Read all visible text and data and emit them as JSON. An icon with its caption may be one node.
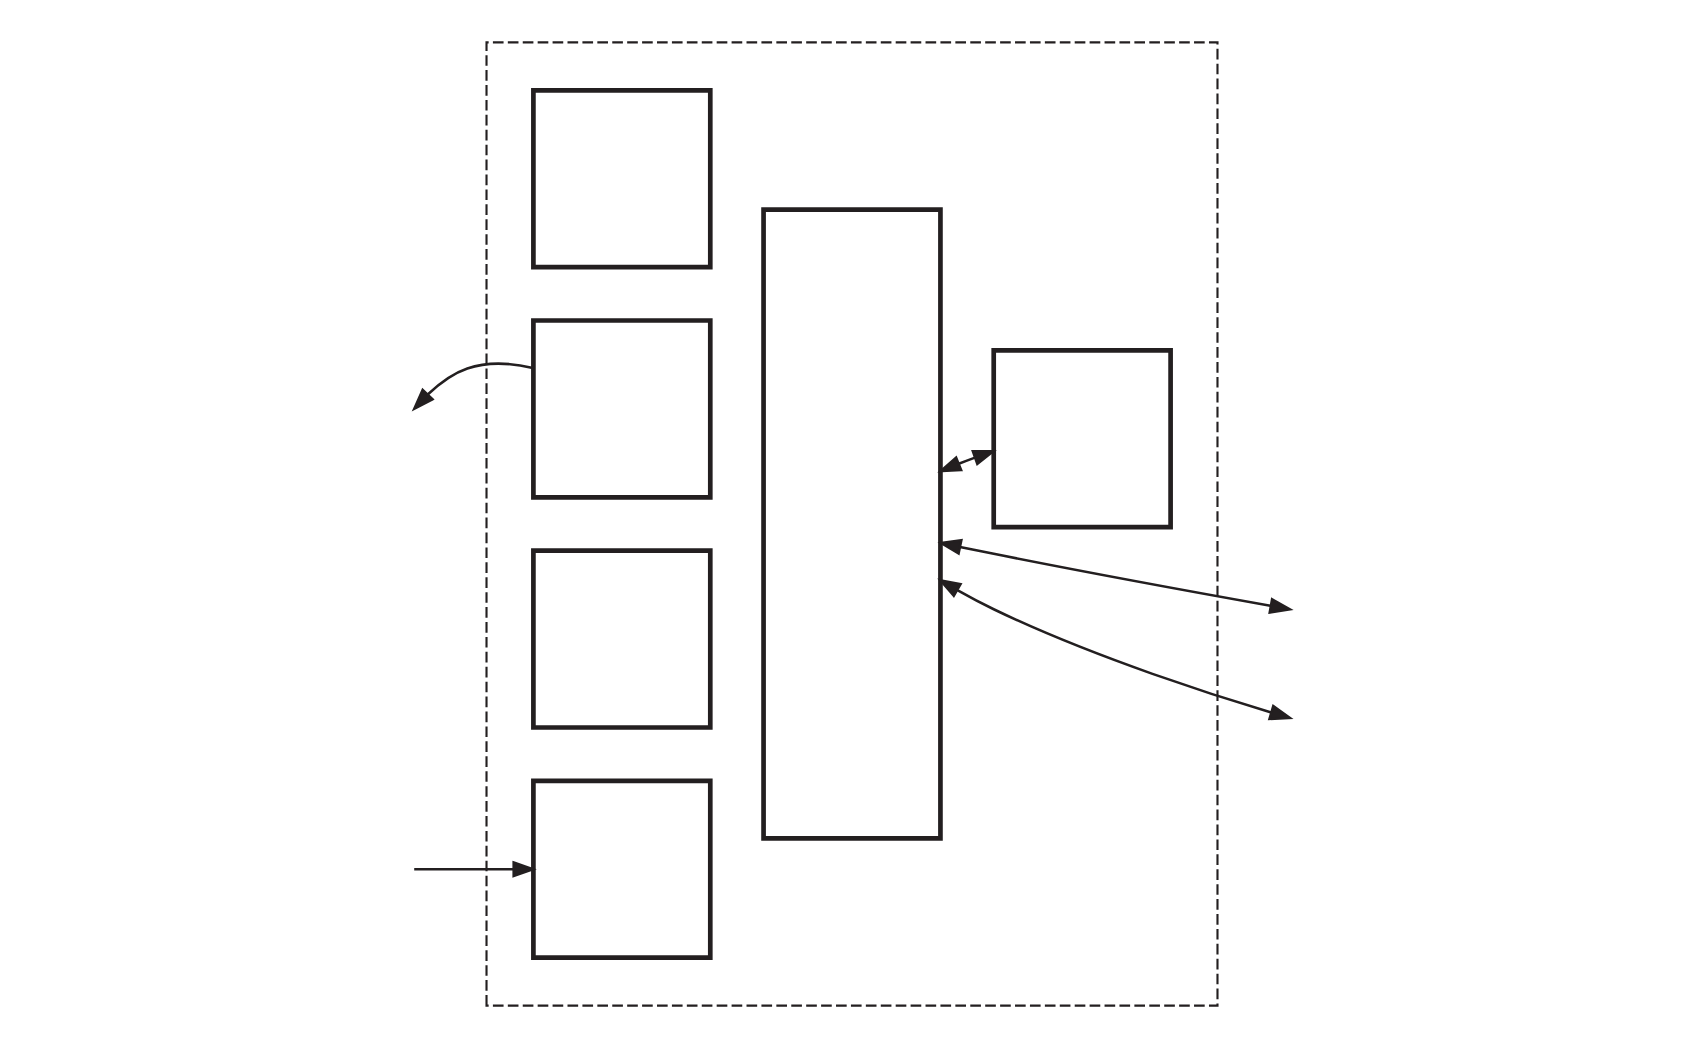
{
  "diagram": {
    "nodes": [
      {
        "text": [],
        "shape": "box"
      },
      {
        "text": [],
        "shape": "box",
        "in": 0
      },
      {
        "text": [],
        "shape": "box",
        "in": 0
      },
      {
        "text": [],
        "shape": "box",
        "in": 0
      },
      {
        "text": [],
        "shape": "box",
        "in": 0
      },
      {
        "text": [],
        "shape": "box",
        "in": 0
      },
      {
        "text": [],
        "shape": "box",
        "in": 0
      }
    ],
    "edges": [
      {
        "from": null,
        "to": 1,
        "arrow": "to"
      },
      {
        "from": 3,
        "to": null,
        "arrow": "to"
      },
      {
        "from": 5,
        "to": null,
        "arrow": "both"
      },
      {
        "from": 5,
        "to": null,
        "arrow": "both"
      },
      {
        "from": 5,
        "to": 6,
        "arrow": "both"
      }
    ]
  }
}
